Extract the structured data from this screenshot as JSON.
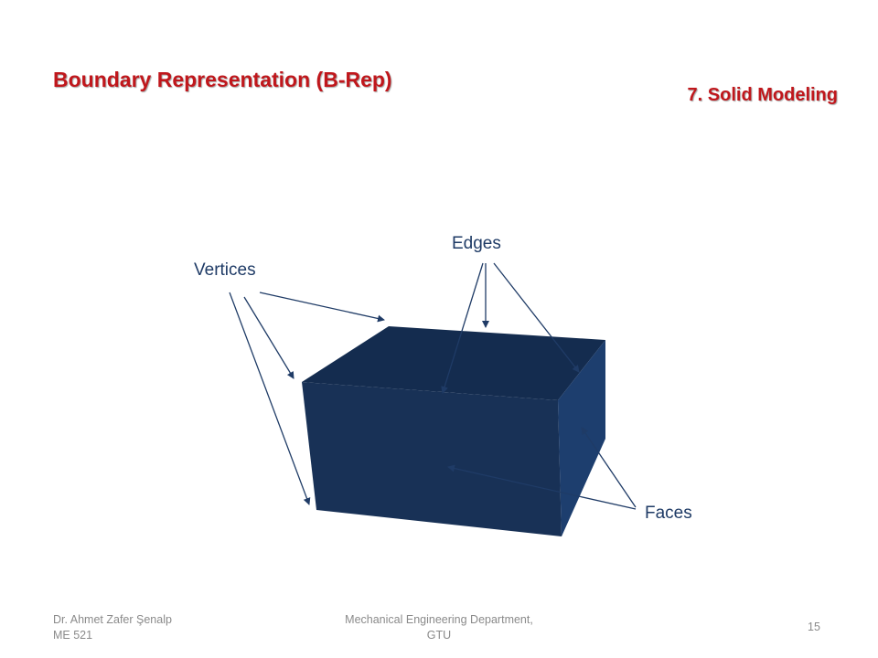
{
  "slide": {
    "title": "Boundary Representation (B-Rep)",
    "section": "7. Solid Modeling"
  },
  "diagram": {
    "labels": {
      "vertices": "Vertices",
      "edges": "Edges",
      "faces": "Faces"
    },
    "colors": {
      "front_face": "#183156",
      "top_face": "#142c4f",
      "side_face": "#1d3e6e",
      "label_text": "#1f3b66",
      "arrows": "#1f3b66"
    }
  },
  "footer": {
    "author": "Dr. Ahmet Zafer Şenalp",
    "course": "ME 521",
    "department_line1": "Mechanical Engineering Department,",
    "department_line2": "GTU",
    "page_number": "15"
  }
}
